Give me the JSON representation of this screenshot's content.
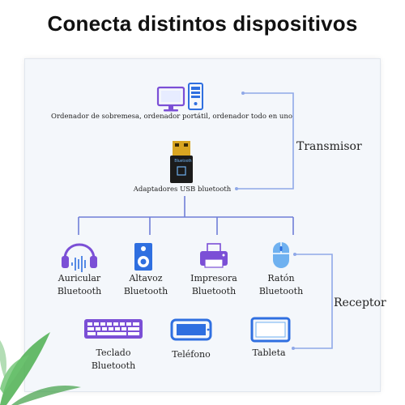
{
  "title": "Conecta distintos dispositivos",
  "colors": {
    "connector": "#8fa8e8",
    "device_blue": "#2f6fe0",
    "device_purple": "#7b4fd6",
    "device_light": "#6fb1f0",
    "leaf_green": "#4caf50"
  },
  "transmitter": {
    "computers_label": "Ordenador de sobremesa,  ordenador portátil, ordenador todo en uno",
    "adapter_label": "Adaptadores USB bluetooth",
    "adapter_brand": "Bluetooth",
    "group_label": "Transmisor"
  },
  "receiver": {
    "group_label": "Receptor",
    "devices_row1": [
      {
        "line1": "Auricular",
        "line2": "Bluetooth",
        "icon": "headphones-icon"
      },
      {
        "line1": "Altavoz",
        "line2": "Bluetooth",
        "icon": "speaker-icon"
      },
      {
        "line1": "Impresora",
        "line2": "Bluetooth",
        "icon": "printer-icon"
      },
      {
        "line1": "Ratón",
        "line2": "Bluetooth",
        "icon": "mouse-icon"
      }
    ],
    "devices_row2": [
      {
        "line1": "Teclado",
        "line2": "Bluetooth",
        "icon": "keyboard-icon"
      },
      {
        "line1": "Teléfono",
        "line2": "",
        "icon": "phone-icon"
      },
      {
        "line1": "Tableta",
        "line2": "",
        "icon": "tablet-icon"
      }
    ]
  }
}
